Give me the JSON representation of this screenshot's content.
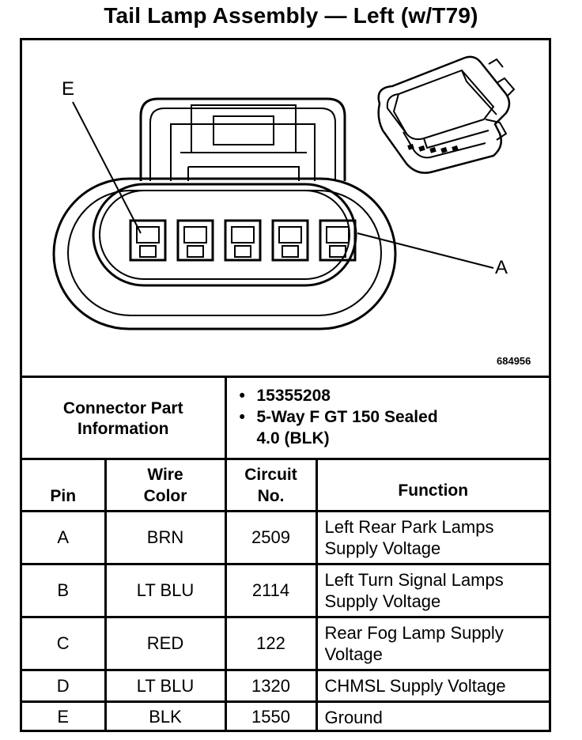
{
  "title": "Tail Lamp Assembly — Left (w/T79)",
  "figure": {
    "id_label": "684956",
    "callout_top": "E",
    "callout_right": "A",
    "pin_cavities": 5
  },
  "connector_info": {
    "label_line1": "Connector Part",
    "label_line2": "Information",
    "part_number": "15355208",
    "description_line1": "5-Way F GT 150 Sealed",
    "description_line2": "4.0 (BLK)"
  },
  "table": {
    "headers": {
      "pin": "Pin",
      "wire_color_line1": "Wire",
      "wire_color_line2": "Color",
      "circuit_line1": "Circuit",
      "circuit_line2": "No.",
      "function": "Function"
    },
    "rows": [
      {
        "pin": "A",
        "wire": "BRN",
        "circuit": "2509",
        "function_line1": "Left Rear Park Lamps",
        "function_line2": "Supply Voltage"
      },
      {
        "pin": "B",
        "wire": "LT BLU",
        "circuit": "2114",
        "function_line1": "Left Turn Signal Lamps",
        "function_line2": "Supply Voltage"
      },
      {
        "pin": "C",
        "wire": "RED",
        "circuit": "122",
        "function_line1": "Rear Fog Lamp Supply",
        "function_line2": "Voltage"
      },
      {
        "pin": "D",
        "wire": "LT BLU",
        "circuit": "1320",
        "function_line1": "CHMSL Supply Voltage",
        "function_line2": ""
      },
      {
        "pin": "E",
        "wire": "BLK",
        "circuit": "1550",
        "function_line1": "Ground",
        "function_line2": ""
      }
    ]
  }
}
